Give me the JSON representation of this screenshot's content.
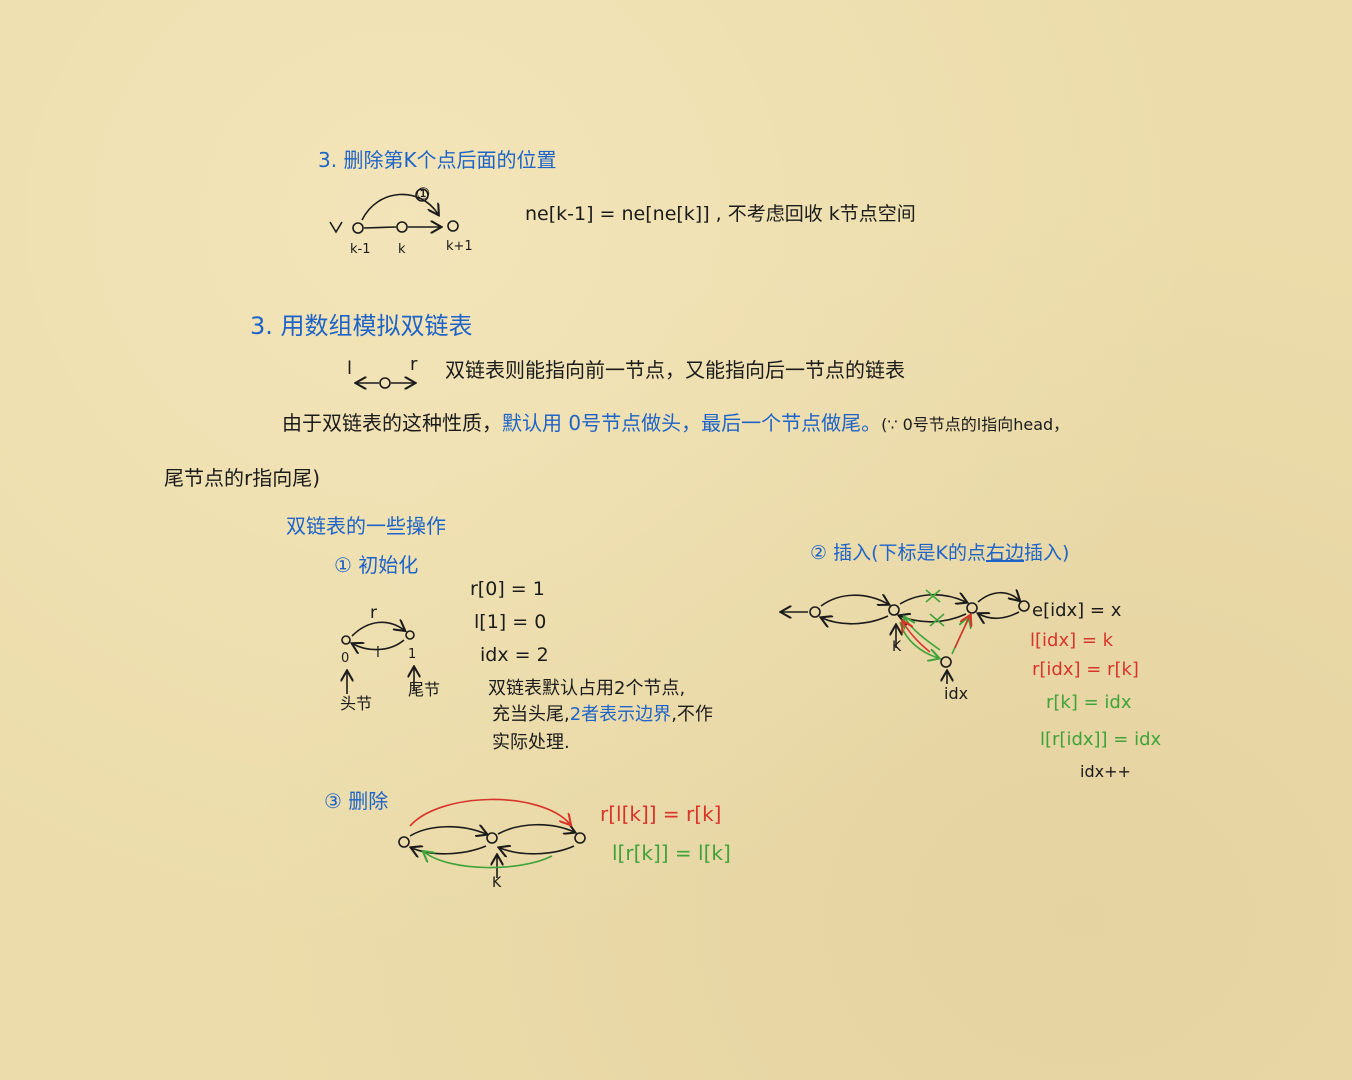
{
  "section_delete_k": {
    "title": "3. 删除第K个点后面的位置",
    "formula": "ne[k-1] = ne[ne[k]] , 不考虑回收 k节点空间",
    "node_labels": [
      "k-1",
      "k",
      "k+1"
    ],
    "circled_mark": "①"
  },
  "section_array_dll": {
    "title": "3. 用数组模拟双链表",
    "arrow_left_label": "l",
    "arrow_right_label": "r",
    "definition": "双链表则能指向前一节点，又能指向后一节点的链表",
    "property_black": "由于双链表的这种性质，",
    "property_blue": "默认用 0号节点做头，最后一个节点做尾。",
    "property_tail_line1": "(∵ 0号节点的l指向head，",
    "property_tail_line2": "尾节点的r指向尾)"
  },
  "operations": {
    "title": "双链表的一些操作",
    "init": {
      "title": "① 初始化",
      "r_label": "r",
      "l_label": "l",
      "node_index_0": "0",
      "node_index_1": "1",
      "head_label": "头节",
      "tail_label": "尾节",
      "code": [
        "r[0] = 1",
        "l[1] = 0",
        "idx = 2"
      ],
      "note_black_1": "双链表默认占用2个节点,",
      "note_black_2": "充当头尾,",
      "note_blue": "2者表示边界",
      "note_black_3": ",不作",
      "note_black_4": "实际处理."
    },
    "insert": {
      "title_prefix": "② 插入(下标是K的点",
      "title_underlined": "右边",
      "title_suffix": "插入)",
      "k_label": "K",
      "idx_label": "idx",
      "code_black": "e[idx] = x",
      "code_red": [
        "l[idx] = k",
        "r[idx] = r[k]"
      ],
      "code_green": [
        "r[k] = idx",
        "l[r[idx]] = idx"
      ],
      "code_last": "idx++"
    },
    "delete": {
      "title": "③ 删除",
      "k_label": "K",
      "code_red": "r[l[k]] = r[k]",
      "code_green": "l[r[k]] = l[k]"
    }
  },
  "colors": {
    "background": "#ecdcab",
    "blue_ink": "#1e63c8",
    "black_ink": "#1b1b1b",
    "red_ink": "#d8342a",
    "green_ink": "#3fa33a"
  }
}
